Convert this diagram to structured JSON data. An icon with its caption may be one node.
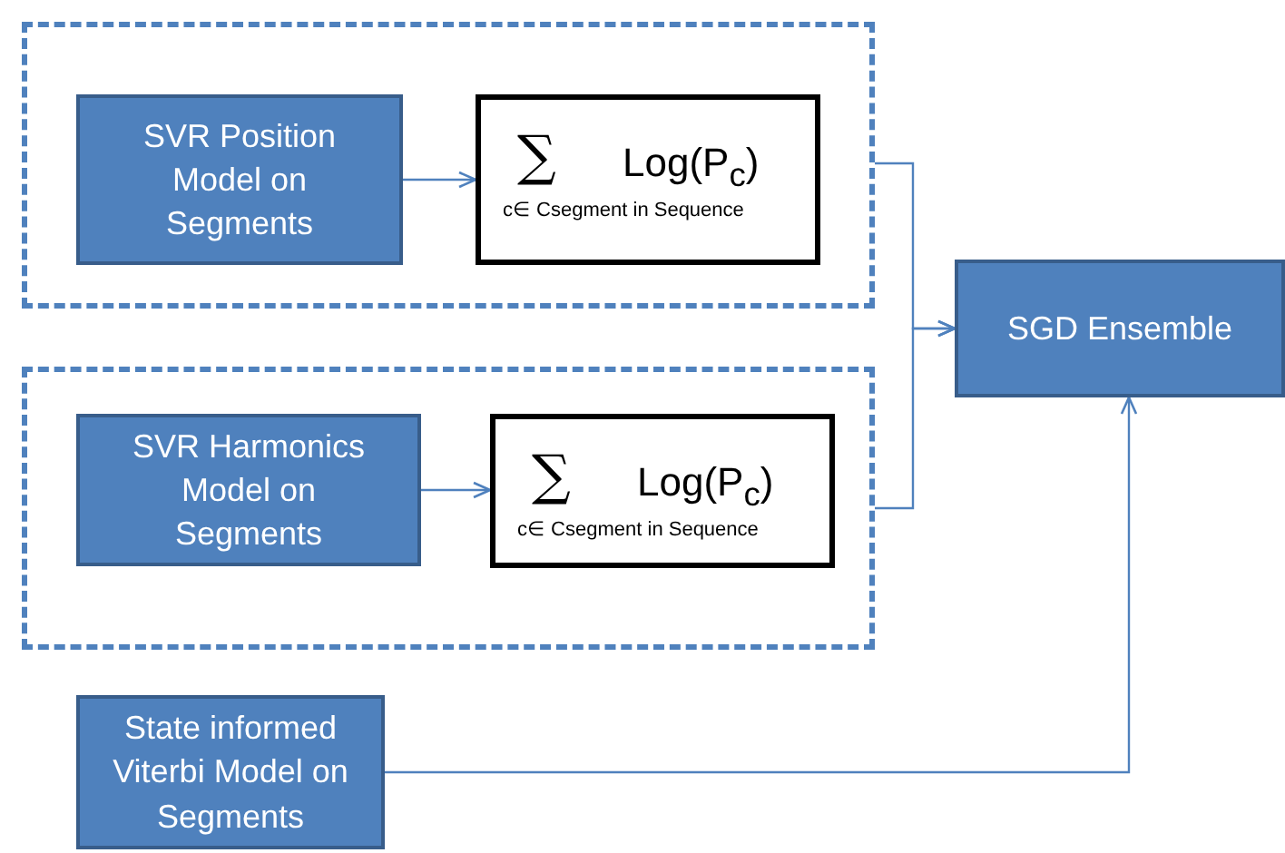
{
  "diagram": {
    "nodes": [
      {
        "text": [],
        "shape": "box"
      },
      {
        "text": [
          "SVR Position Model on Segments"
        ],
        "in": 0
      },
      {
        "text": [
          "∑",
          "Log(P$_{c}$)",
          "c∈ Csegment in Sequence"
        ],
        "in": 0
      },
      {
        "text": [],
        "shape": "box"
      },
      {
        "text": [
          "SVR Harmonics Model on Segments"
        ],
        "in": 3
      },
      {
        "text": [
          "∑",
          "Log(P$_{c}$)",
          "c∈ Csegment in Sequence"
        ],
        "in": 3
      },
      {
        "text": [
          "State informed Viterbi Model on Segments"
        ]
      },
      {
        "text": [
          "SGD Ensemble"
        ]
      }
    ],
    "edges": [
      {
        "from": 1,
        "to": 2,
        "arrow": "to"
      },
      {
        "from": 4,
        "to": 5,
        "arrow": "to"
      },
      {
        "from": 0,
        "to": 7,
        "arrow": "to"
      },
      {
        "from": 3,
        "to": 7,
        "arrow": "to"
      },
      {
        "from": 6,
        "to": 7,
        "arrow": "to"
      }
    ]
  }
}
